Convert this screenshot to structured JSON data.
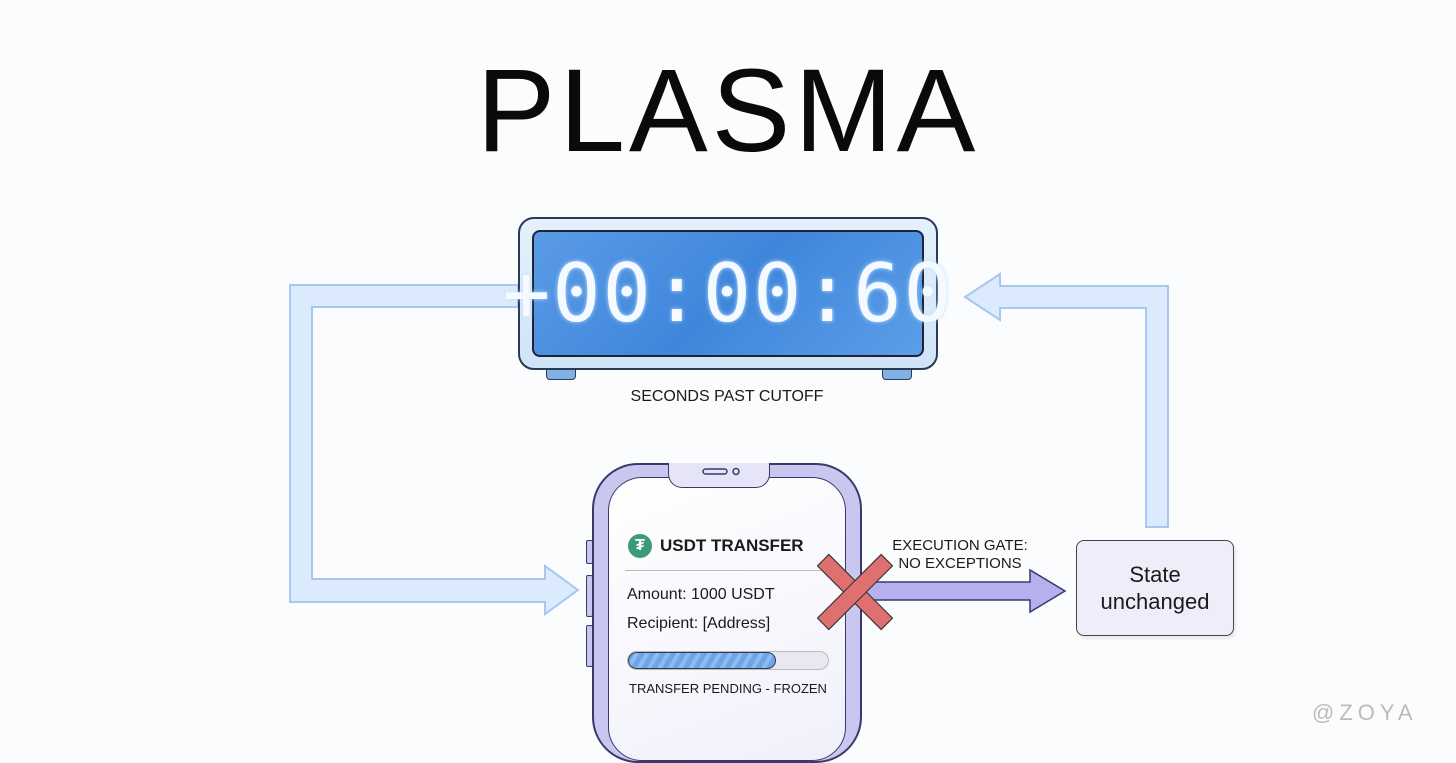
{
  "title": "PLASMA",
  "clock": {
    "value": "+00:00:60",
    "label": "SECONDS PAST CUTOFF"
  },
  "phone": {
    "icon": "tether-icon",
    "icon_glyph": "₮",
    "header": "USDT TRANSFER",
    "amount": "Amount: 1000 USDT",
    "recipient": "Recipient: [Address]",
    "progress": 0.74,
    "status": "TRANSFER PENDING - FROZEN"
  },
  "gate": {
    "line1": "EXECUTION GATE:",
    "line2": "NO EXCEPTIONS"
  },
  "state": {
    "line1": "State",
    "line2": "unchanged"
  },
  "watermark": "@ZOYA",
  "colors": {
    "pipe_fill": "#dbeafc",
    "pipe_stroke": "#a9c6f0",
    "gate_arrow": "#b7b0ee",
    "x_mark": "#e07070",
    "display": "#4a8fe0",
    "tether": "#3a9a7a"
  }
}
